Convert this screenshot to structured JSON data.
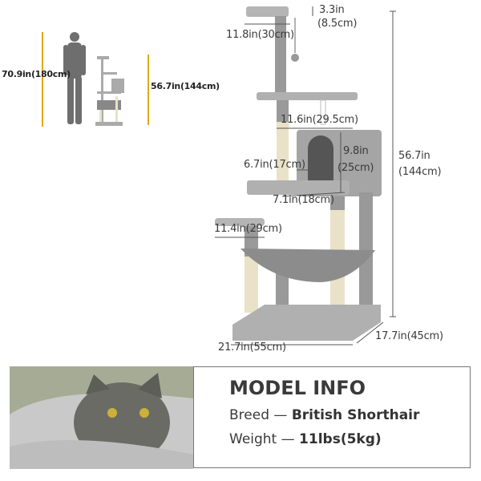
{
  "comparison": {
    "person_height": "70.9in(180cm)",
    "tree_height": "56.7in(144cm)",
    "line_color": "#e0a81c"
  },
  "dimensions": {
    "top_perch_height": "3.3in",
    "top_perch_height_cm": "(8.5cm)",
    "top_perch_width": "11.8in(30cm)",
    "platform_width": "11.6in(29.5cm)",
    "condo_height": "9.8in",
    "condo_height_cm": "(25cm)",
    "condo_opening": "6.7in(17cm)",
    "condo_depth": "7.1in(18cm)",
    "side_perch_width": "11.4in(29cm)",
    "total_height": "56.7in",
    "total_height_cm": "(144cm)",
    "base_width": "21.7in(55cm)",
    "base_depth": "17.7in(45cm)"
  },
  "model_info": {
    "title": "MODEL INFO",
    "breed_label": "Breed —",
    "breed_value": "British Shorthair",
    "weight_label": "Weight —",
    "weight_value": "11lbs(5kg)"
  },
  "colors": {
    "plush": "#a9a9a9",
    "sisal": "#e9e2c8"
  }
}
